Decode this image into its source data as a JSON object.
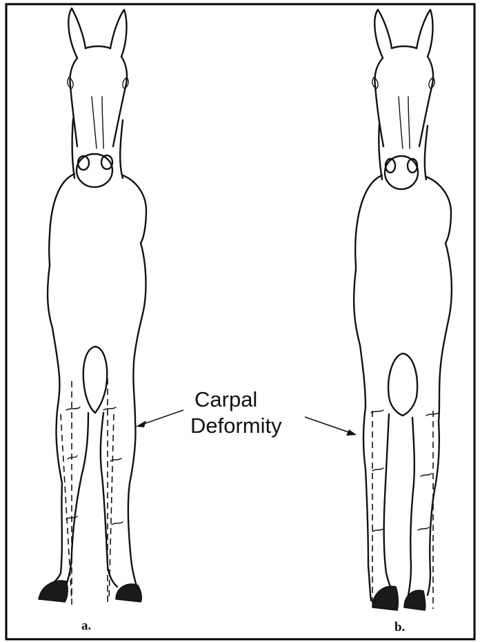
{
  "annotation": {
    "line1": "Carpal",
    "line2": "Deformity"
  },
  "panels": [
    {
      "label": "a."
    },
    {
      "label": "b."
    }
  ],
  "colors": {
    "ink": "#111111",
    "background": "#ffffff"
  }
}
